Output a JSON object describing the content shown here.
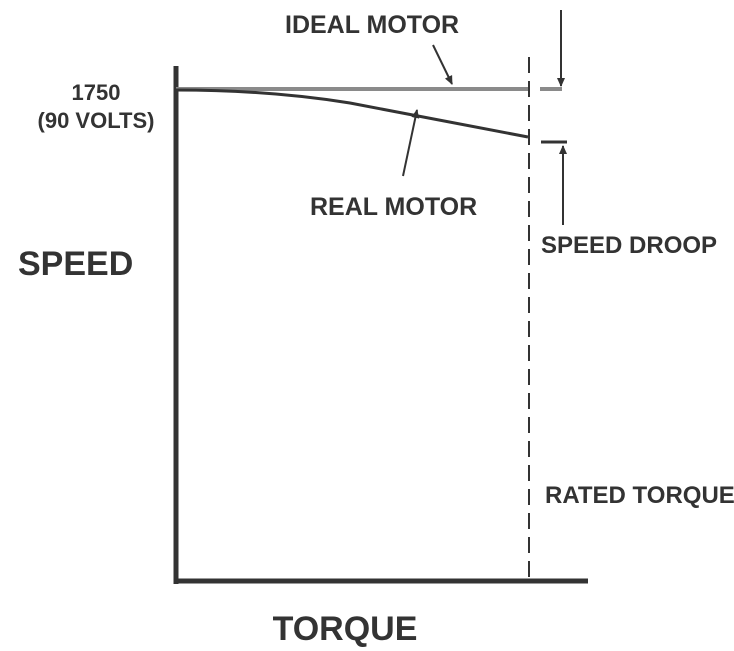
{
  "labels": {
    "ideal_motor": "IDEAL MOTOR",
    "real_motor": "REAL MOTOR",
    "speed_value": "1750",
    "speed_volts": "(90 VOLTS)",
    "y_axis": "SPEED",
    "x_axis": "TORQUE",
    "speed_droop": "SPEED DROOP",
    "rated_torque": "RATED TORQUE"
  },
  "colors": {
    "ink": "#333333",
    "ideal_line": "#8a8a8a"
  }
}
